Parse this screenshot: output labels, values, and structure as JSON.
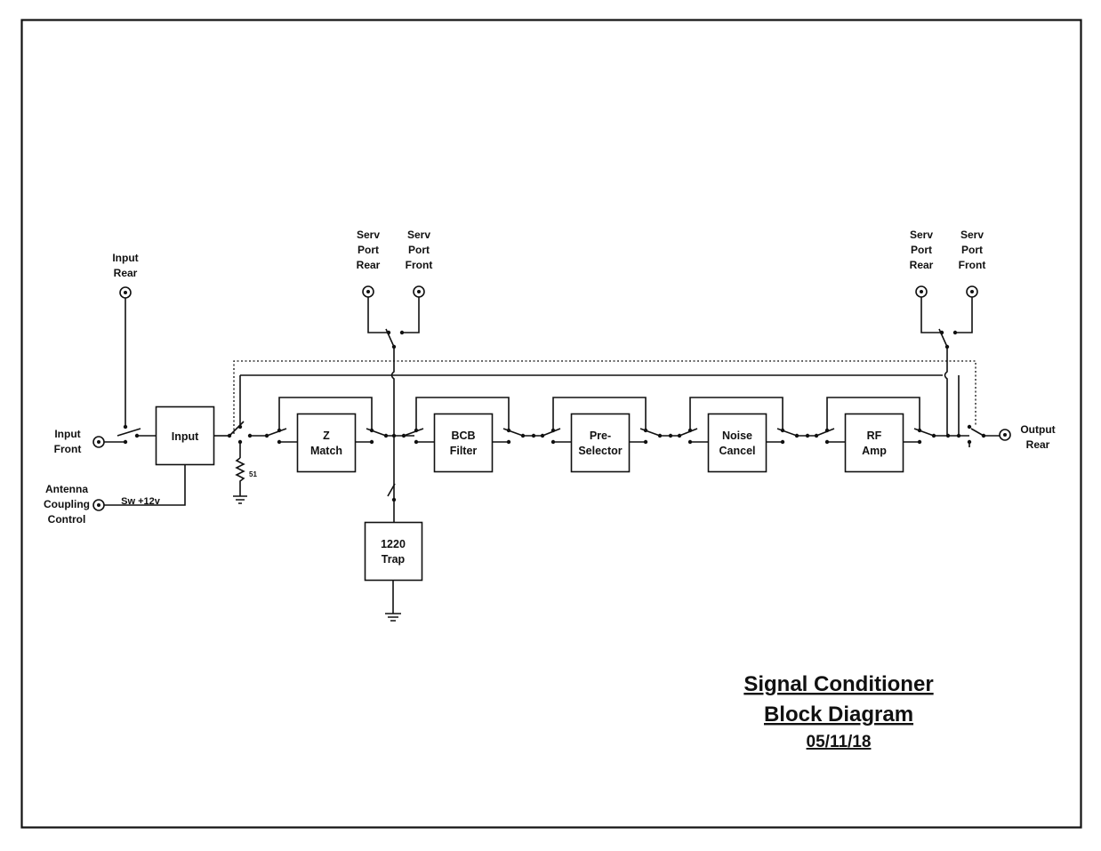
{
  "connectors": {
    "input_rear": [
      "Input",
      "Rear"
    ],
    "input_front": [
      "Input",
      "Front"
    ],
    "antenna_coupling_control": [
      "Antenna",
      "Coupling",
      "Control"
    ],
    "serv_port_rear_1": [
      "Serv",
      "Port",
      "Rear"
    ],
    "serv_port_front_1": [
      "Serv",
      "Port",
      "Front"
    ],
    "serv_port_rear_2": [
      "Serv",
      "Port",
      "Rear"
    ],
    "serv_port_front_2": [
      "Serv",
      "Port",
      "Front"
    ],
    "output_rear": [
      "Output",
      "Rear"
    ]
  },
  "blocks": {
    "input": [
      "Input"
    ],
    "z_match": [
      "Z",
      "Match"
    ],
    "bcb_filter": [
      "BCB",
      "Filter"
    ],
    "pre_selector": [
      "Pre-",
      "Selector"
    ],
    "noise_cancel": [
      "Noise",
      "Cancel"
    ],
    "rf_amp": [
      "RF",
      "Amp"
    ],
    "trap_1220": [
      "1220",
      "Trap"
    ]
  },
  "annotations": {
    "sw_12v": "Sw +12v",
    "resistor_value": "51"
  },
  "title": {
    "line1": "Signal Conditioner",
    "line2": "Block Diagram",
    "date": "05/11/18"
  }
}
